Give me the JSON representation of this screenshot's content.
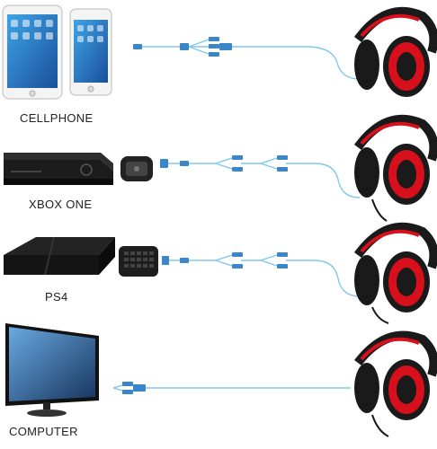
{
  "rows": [
    {
      "label": "CELLPHONE"
    },
    {
      "label": "XBOX ONE"
    },
    {
      "label": "PS4"
    },
    {
      "label": "COMPUTER"
    }
  ],
  "colors": {
    "cable": "#7ec8f0",
    "connector": "#3a86c8",
    "headset_red": "#d8101c",
    "headset_black": "#1a1a1a"
  }
}
